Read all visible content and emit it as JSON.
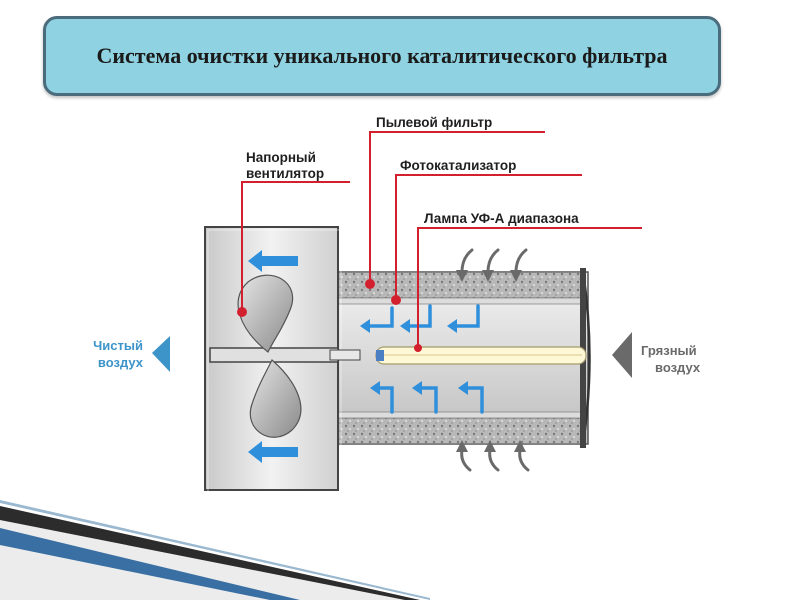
{
  "title": "Система очистки уникального каталитического фильтра",
  "labels": {
    "fan_line1": "Напорный",
    "fan_line2": "вентилятор",
    "dust_filter": "Пылевой фильтр",
    "photocatalyst": "Фотокатализатор",
    "uv_lamp": "Лампа УФ-А диапазона",
    "clean_air_line1": "Чистый",
    "clean_air_line2": "воздух",
    "dirty_air_line1": "Грязный",
    "dirty_air_line2": "воздух"
  },
  "colors": {
    "title_fill": "#8fd3e2",
    "title_border": "#4b6c7d",
    "leader_line": "#d3202f",
    "flow_arrow": "#2f8fdb",
    "clean_air": "#3d94c9",
    "dirty_air": "#6a6a6a"
  }
}
